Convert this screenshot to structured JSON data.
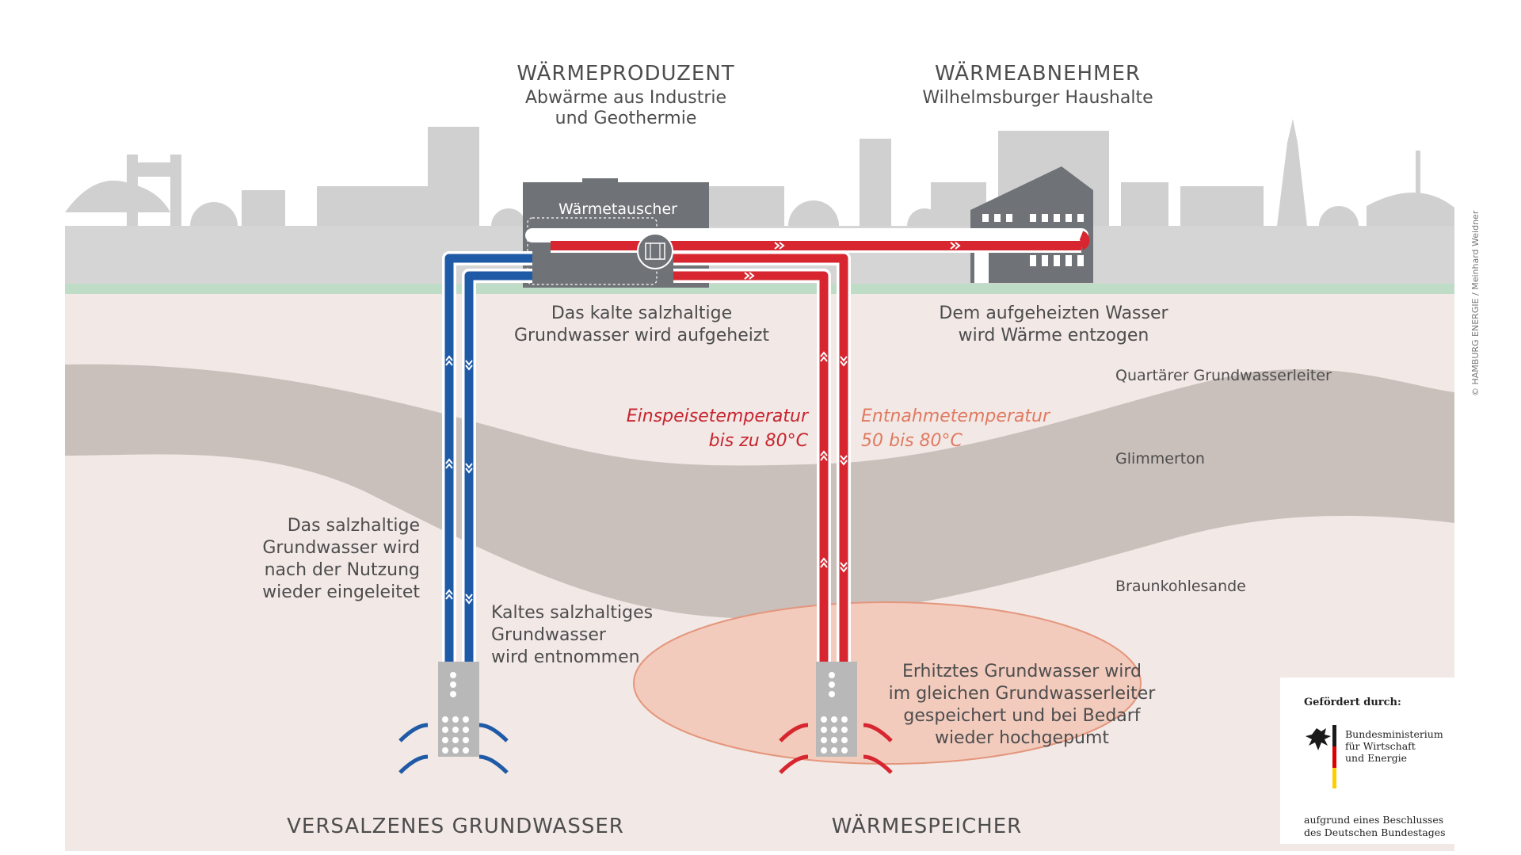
{
  "producer": {
    "title": "WÄRMEPRODUZENT",
    "subtitle_line1": "Abwärme aus Industrie",
    "subtitle_line2": "und Geothermie"
  },
  "consumer": {
    "title": "WÄRMEABNEHMER",
    "subtitle": "Wilhelmsburger Haushalte"
  },
  "heat_exchanger_label": "Wärmetauscher",
  "heated_note": {
    "line1": "Das kalte salzhaltige",
    "line2": "Grundwasser wird aufgeheizt"
  },
  "extracted_note": {
    "line1": "Dem aufgeheizten Wasser",
    "line2": "wird Wärme entzogen"
  },
  "layers": {
    "quartaer": "Quartärer Grundwasserleiter",
    "glimmerton": "Glimmerton",
    "braunkohle": "Braunkohlesande"
  },
  "feed_temp": {
    "line1": "Einspeisetemperatur",
    "line2": "bis zu 80°C"
  },
  "extract_temp": {
    "line1": "Entnahmetemperatur",
    "line2": "50 bis 80°C"
  },
  "reinjected_note": {
    "line1": "Das salzhaltige",
    "line2": "Grundwasser wird",
    "line3": "nach der Nutzung",
    "line4": "wieder eingeleitet"
  },
  "withdrawn_note": {
    "line1": "Kaltes salzhaltiges",
    "line2": "Grundwasser",
    "line3": "wird entnommen"
  },
  "storage_note": {
    "line1": "Erhitztes Grundwasser wird",
    "line2": "im gleichen Grundwasserleiter",
    "line3": "gespeichert und bei Bedarf",
    "line4": "wieder hochgepumt"
  },
  "bottom_left_title": "VERSALZENES GRUNDWASSER",
  "bottom_right_title": "WÄRMESPEICHER",
  "credit": "© HAMBURG ENERGIE / Meinhard Weidner",
  "funder": {
    "heading": "Gefördert durch:",
    "ministry_line1": "Bundesministerium",
    "ministry_line2": "für Wirtschaft",
    "ministry_line3": "und Energie",
    "footer_line1": "aufgrund eines Beschlusses",
    "footer_line2": "des Deutschen Bundestages"
  },
  "colors": {
    "cold": "#1f5aa6",
    "hot": "#d7262f",
    "sky": "#d5d5d5",
    "soil": "#f2e8e6",
    "clay": "#c9bfbb",
    "grass": "#bfdcc7",
    "building": "#6f7377",
    "storage": "#f2cbbd"
  }
}
